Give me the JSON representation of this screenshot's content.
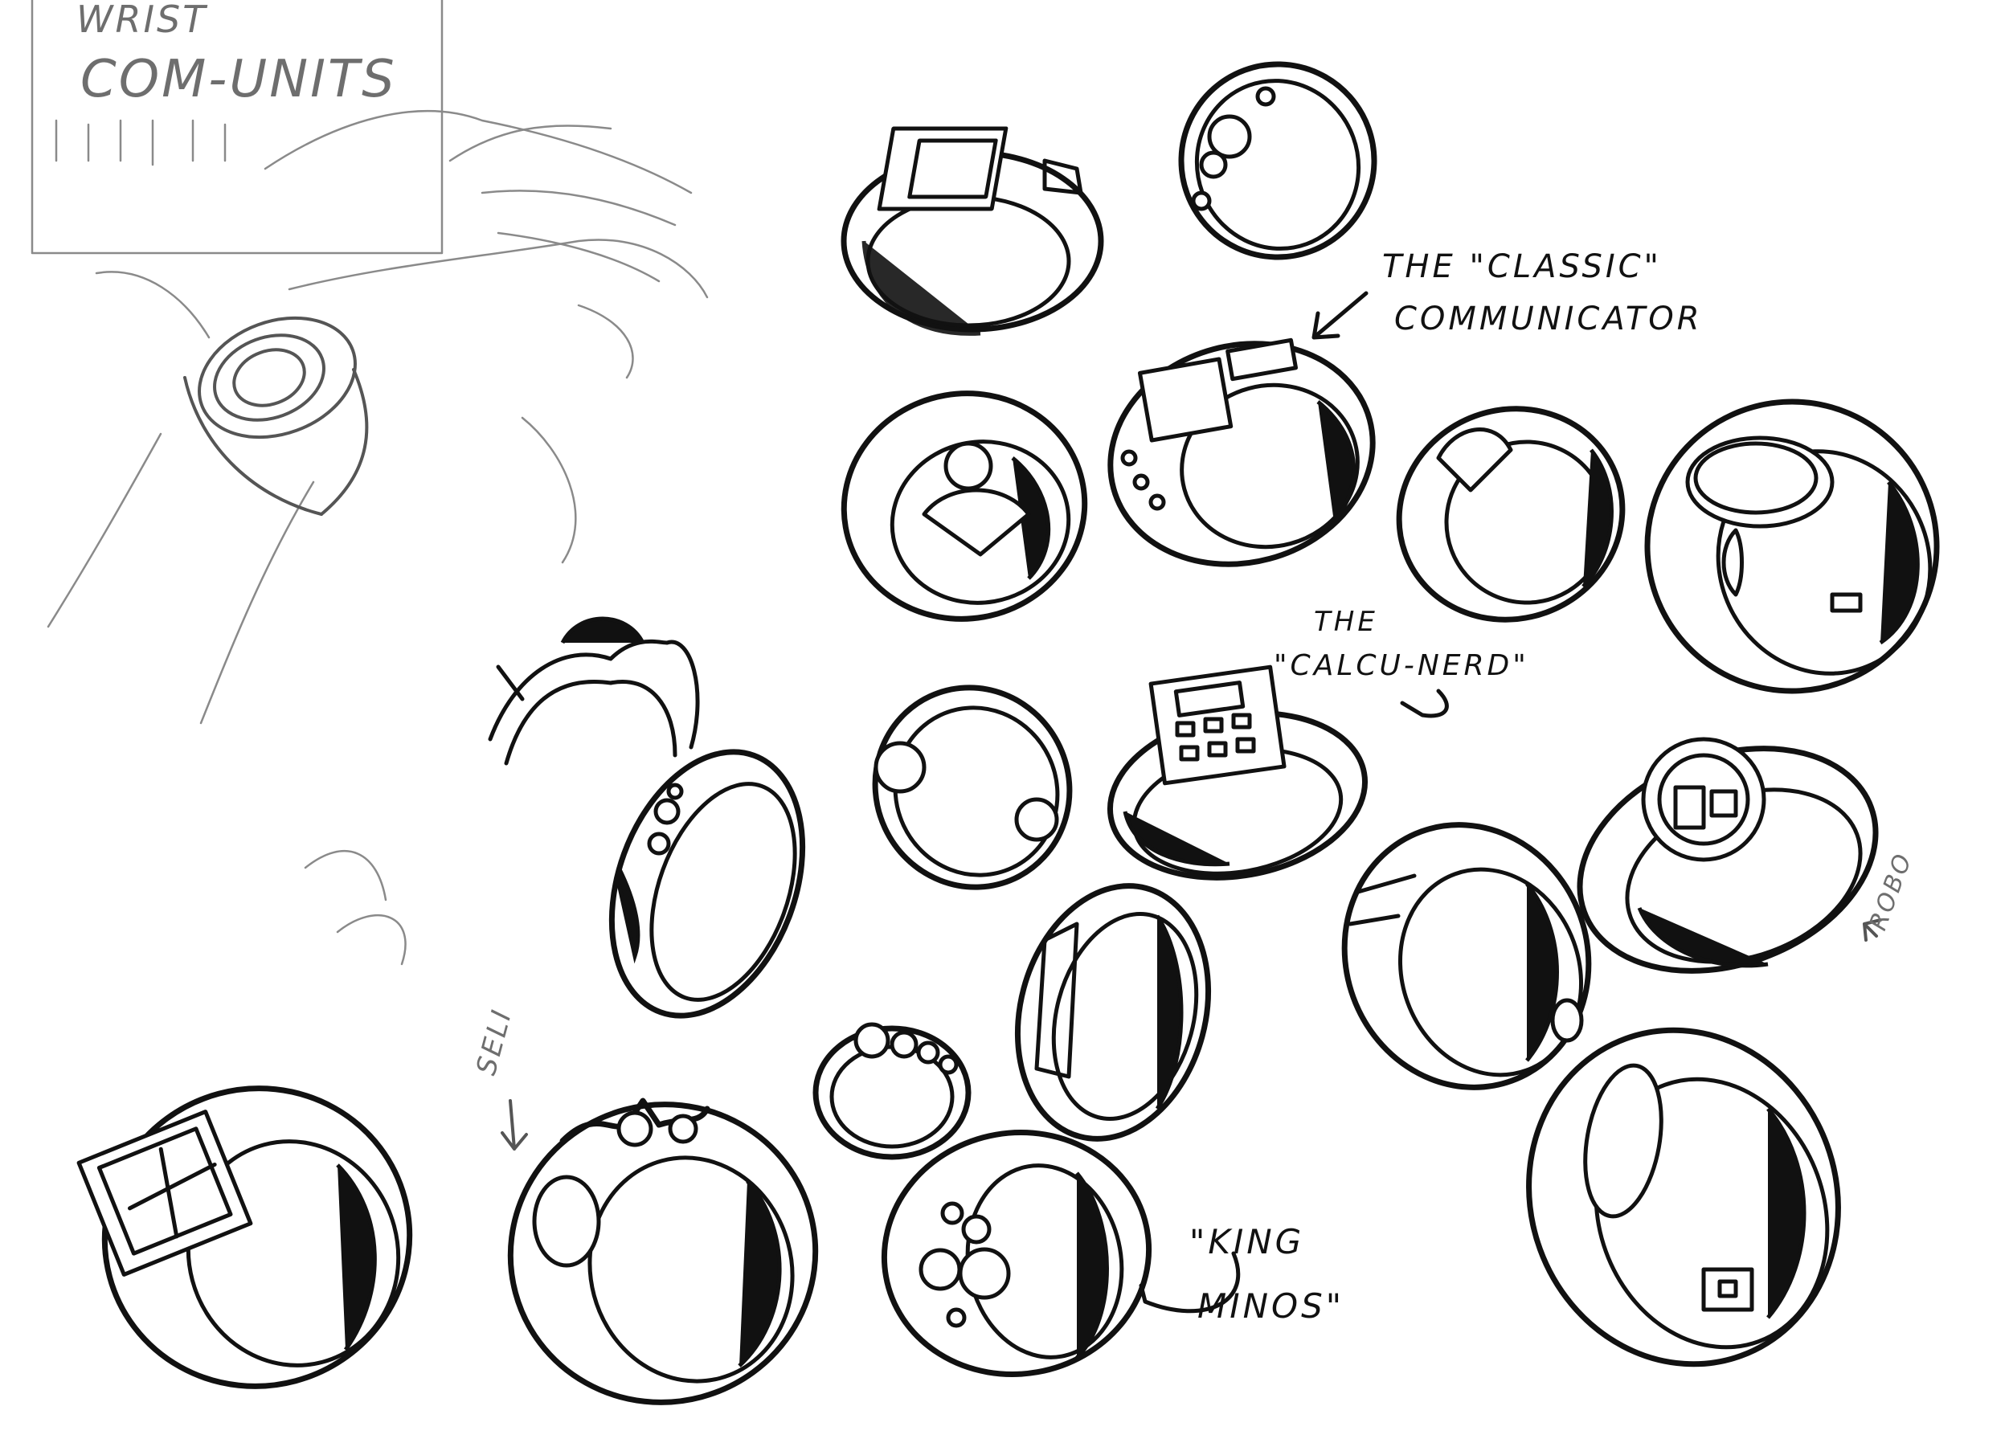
{
  "sheet": {
    "title_line1": "WRIST",
    "title_line2": "COM-UNITS"
  },
  "labels": {
    "classic_line1": "THE \"CLASSIC\"",
    "classic_line2": "COMMUNICATOR",
    "calcu_line1": "THE",
    "calcu_line2": "\"CALCU-NERD\"",
    "robo": "ROBO",
    "seli": "SELI",
    "king_line1": "\"KING",
    "king_line2": "MINOS\""
  },
  "colors": {
    "ink": "#111111",
    "paper": "#ffffff",
    "pencil": "#8a8a8a"
  }
}
